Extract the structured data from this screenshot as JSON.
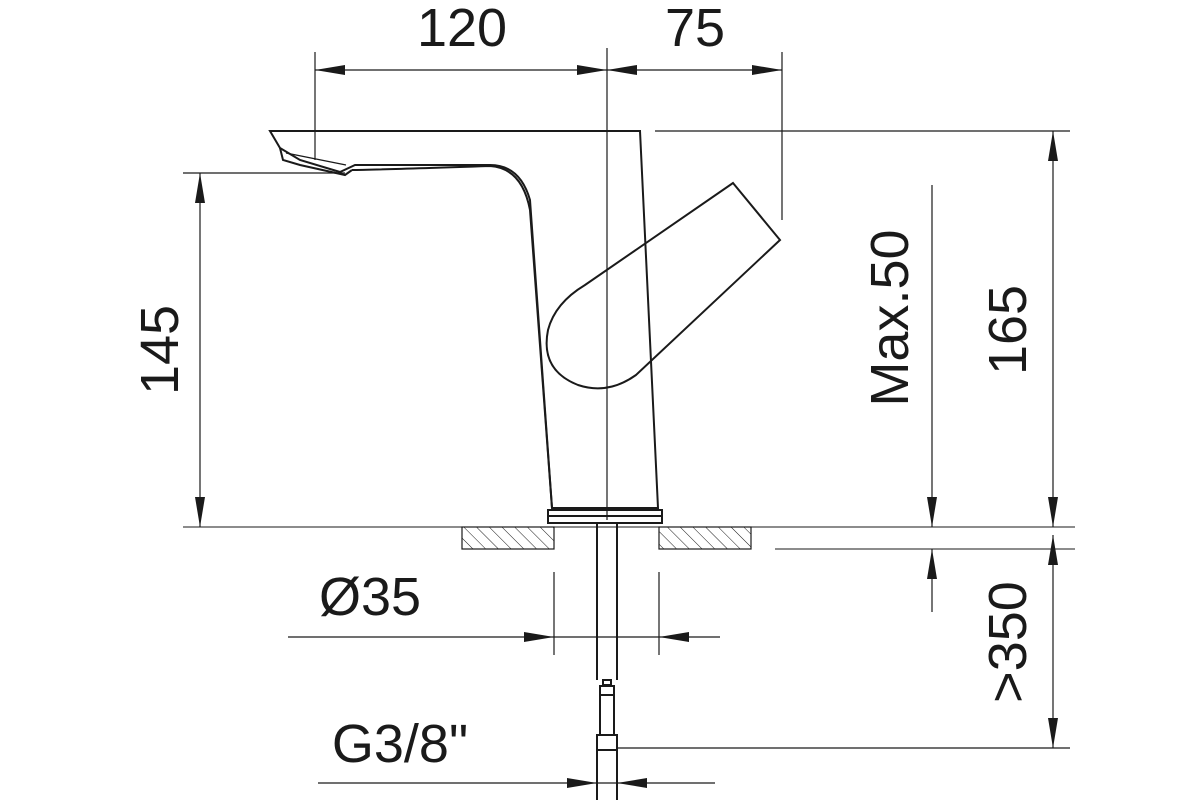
{
  "dimensions": {
    "spout_reach": "120",
    "handle_offset": "75",
    "spout_height": "145",
    "max_thickness": "Max.50",
    "total_height": "165",
    "shank_diameter": "Ø35",
    "hose_length": ">350",
    "thread": "G3/8\""
  }
}
